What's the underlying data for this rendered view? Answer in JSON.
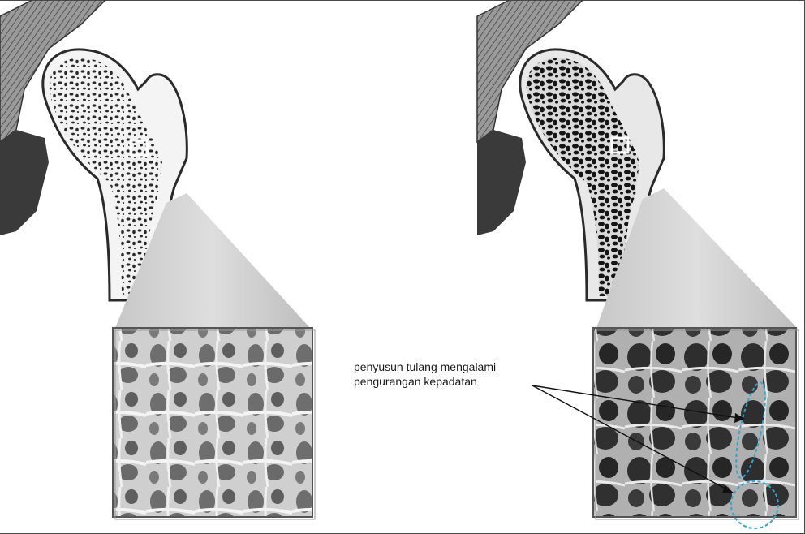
{
  "annotation": {
    "line1": "penyusun tulang mengalami",
    "line2": "pengurangan kepadatan"
  },
  "colors": {
    "bone_light": "#e6e6e6",
    "bone_mid": "#b5b5b5",
    "bone_dark": "#4a4a4a",
    "highlight_circle": "#2aa7d8",
    "arrow": "#111111"
  },
  "panels": {
    "left": {
      "icon": "healthy-femur-illustration"
    },
    "right": {
      "icon": "osteoporotic-femur-illustration"
    }
  }
}
